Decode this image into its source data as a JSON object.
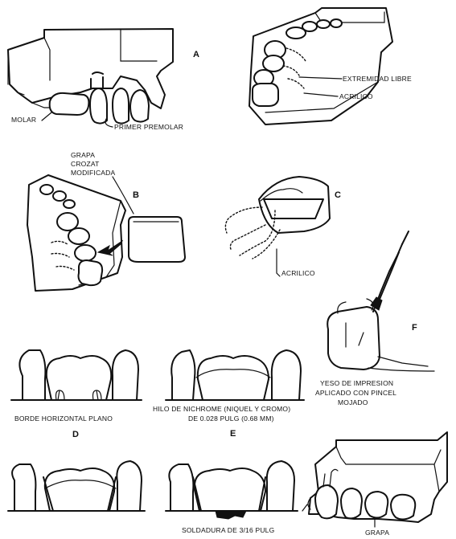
{
  "panels": {
    "a": {
      "letter": "A",
      "labels": {
        "molar": "MOLAR",
        "first_premolar": "PRIMER PREMOLAR",
        "free_end": "EXTREMIDAD LIBRE",
        "acrylic": "ACRILICO"
      }
    },
    "b": {
      "letter": "B",
      "labels": {
        "clasp_1": "GRAPA",
        "clasp_2": "CROZAT",
        "clasp_3": "MODIFICADA"
      }
    },
    "c": {
      "letter": "C",
      "labels": {
        "acrylic": "ACRILICO"
      }
    },
    "d": {
      "letter": "D",
      "labels": {
        "edge": "BORDE HORIZONTAL PLANO"
      }
    },
    "e": {
      "letter": "E",
      "labels": {
        "wire_1": "HILO DE NICHROME (NIQUEL Y CROMO)",
        "wire_2": "DE 0.028 pulg (0.68 mm)"
      }
    },
    "f": {
      "letter": "F",
      "labels": {
        "plaster_1": "YESO DE IMPRESION",
        "plaster_2": "APLICADO CON PINCEL",
        "plaster_3": "MOJADO"
      }
    },
    "bottom": {
      "labels": {
        "solder": "SOLDADURA DE 3/16 pulg",
        "clasp": "GRAPA"
      }
    }
  }
}
